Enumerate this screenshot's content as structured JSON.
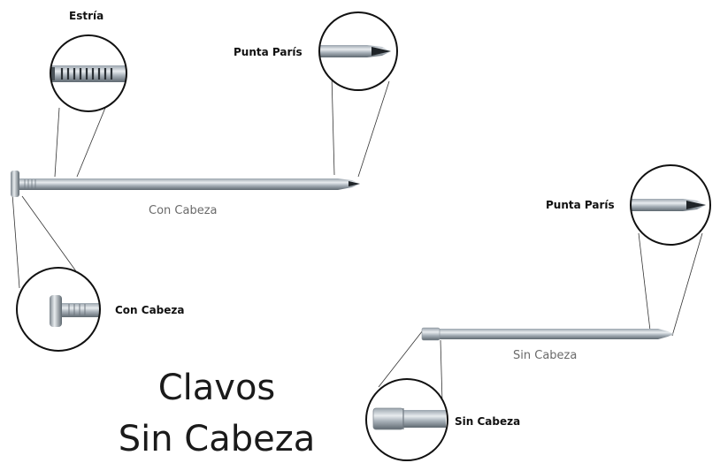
{
  "labels": {
    "estria": "Estría",
    "punta_paris_1": "Punta París",
    "con_cabeza_nail": "Con Cabeza",
    "con_cabeza_zoom": "Con Cabeza",
    "punta_paris_2": "Punta París",
    "sin_cabeza_nail": "Sin Cabeza",
    "sin_cabeza_zoom": "Sin Cabeza"
  },
  "title": {
    "line1": "Clavos",
    "line2": "Sin Cabeza"
  }
}
